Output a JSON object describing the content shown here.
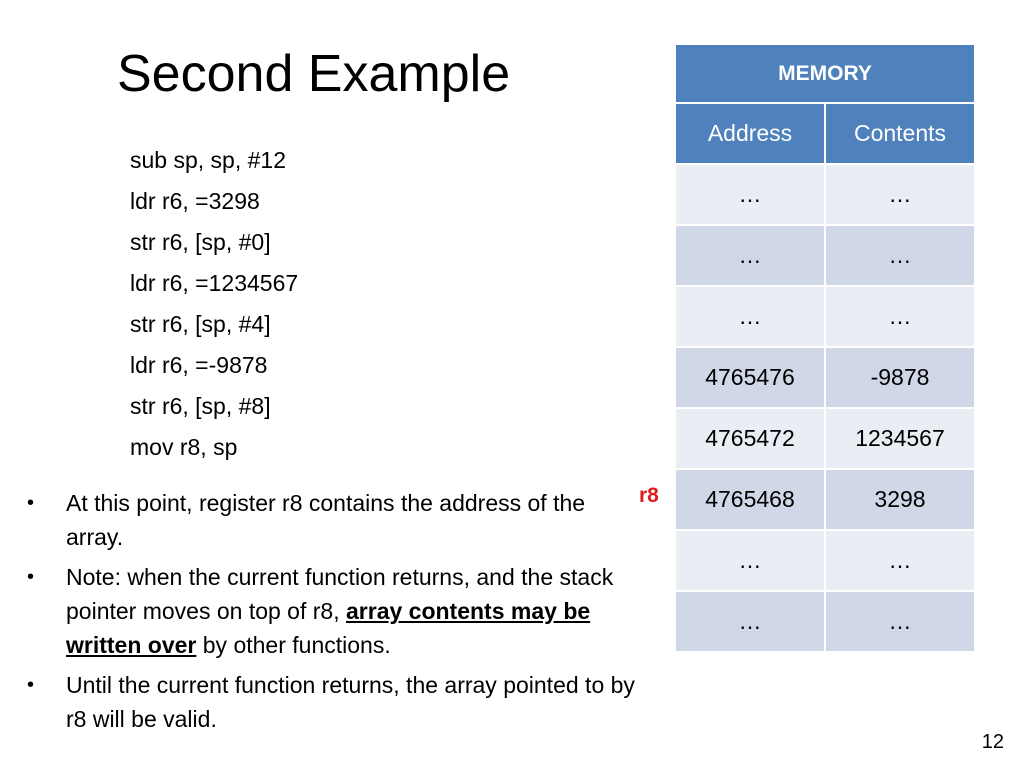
{
  "slide": {
    "title": "Second Example",
    "page_number": "12"
  },
  "code": [
    "sub sp, sp, #12",
    "ldr r6, =3298",
    "str r6, [sp, #0]",
    "ldr r6, =1234567",
    "str r6, [sp, #4]",
    "ldr r6, =-9878",
    "str r6, [sp, #8]",
    "mov r8, sp"
  ],
  "bullets": {
    "marker": "•",
    "b1": "At this point, register r8 contains the address of the array.",
    "b2_pre": "Note: when the current function returns, and the stack pointer moves on top of r8, ",
    "b2_emph": "array contents may be written over",
    "b2_post": " by other functions.",
    "b3": "Until the current function returns, the array pointed to by r8 will be valid."
  },
  "memory": {
    "title": "MEMORY",
    "col_address": "Address",
    "col_contents": "Contents",
    "rows": [
      {
        "address": "…",
        "contents": "…"
      },
      {
        "address": "…",
        "contents": "…"
      },
      {
        "address": "…",
        "contents": "…"
      },
      {
        "address": "4765476",
        "contents": "-9878"
      },
      {
        "address": "4765472",
        "contents": "1234567"
      },
      {
        "address": "4765468",
        "contents": "3298"
      },
      {
        "address": "…",
        "contents": "…"
      },
      {
        "address": "…",
        "contents": "…"
      }
    ]
  },
  "pointer_label": "r8",
  "colors": {
    "header_blue": "#4f81bd",
    "row_light": "#e9edf4",
    "row_dark": "#d0d8e8",
    "pointer_red": "#e01b1b"
  }
}
